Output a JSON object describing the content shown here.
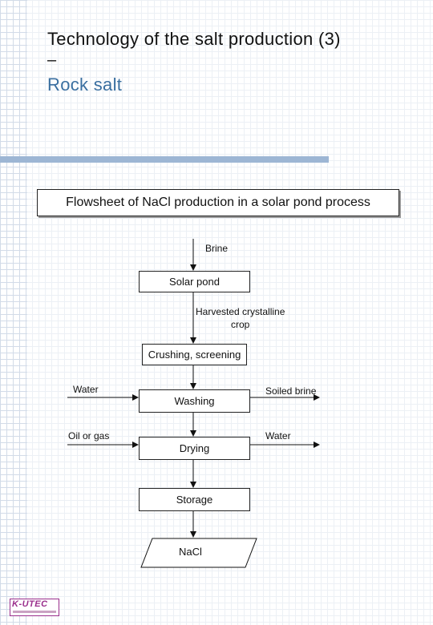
{
  "title": {
    "line1": "Technology of the salt production (3)",
    "line2": "–",
    "line3": "Rock salt"
  },
  "caption": "Flowsheet of NaCl production in a solar pond process",
  "flow": {
    "brine": "Brine",
    "solar_pond": "Solar pond",
    "harvested_1": "Harvested crystalline",
    "harvested_2": "crop",
    "crushing": "Crushing, screening",
    "water_in": "Water",
    "washing": "Washing",
    "soiled_brine": "Soiled brine",
    "oil_gas": "Oil or gas",
    "drying": "Drying",
    "water_out": "Water",
    "storage": "Storage",
    "product": "NaCl"
  },
  "logo": {
    "text": "K-UTEC"
  },
  "colors": {
    "title_accent": "#3a6fa0",
    "title_bar": "#9db6d4",
    "logo": "#9a2f8c"
  }
}
